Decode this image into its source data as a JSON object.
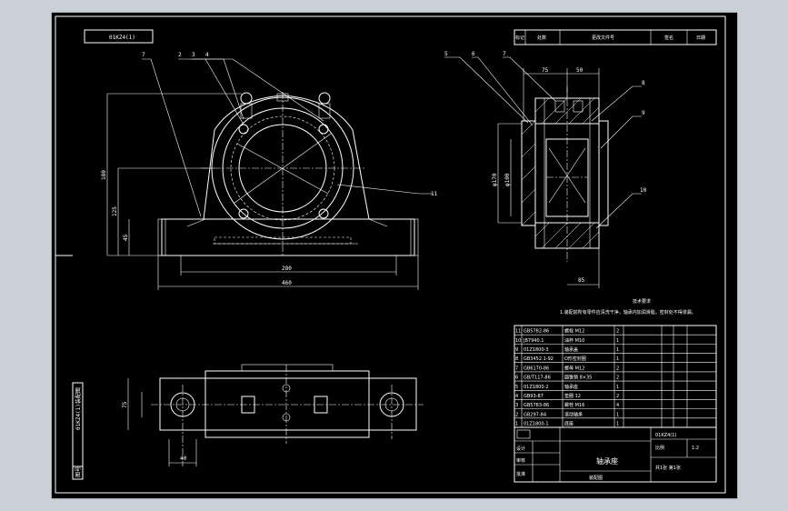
{
  "drawing": {
    "code_box": "01KZ4(1)",
    "part_code": "01KZ4(1)",
    "assembly_title": "轴承座",
    "side_label": "装配图",
    "balloons_front": [
      "7",
      "2",
      "3",
      "4",
      "11"
    ],
    "balloons_side": [
      "5",
      "6",
      "7",
      "8",
      "9",
      "10"
    ],
    "dims_front": {
      "height": "180",
      "center": "125",
      "base": "45",
      "pitch": "280",
      "length": "460"
    },
    "dims_side": {
      "top_left": "75",
      "top_right": "50",
      "bore": "φ170",
      "shaft": "φ100",
      "bottom": "85"
    },
    "dims_top": {
      "width": "75",
      "hole": "40"
    }
  },
  "revision_table": {
    "headers": [
      "标记",
      "处数",
      "更改文件号",
      "签名",
      "日期"
    ]
  },
  "notes": {
    "title": "技术要求",
    "line1": "1.装配前所有零件应清洗干净，轴承内加润滑脂，密封处不得渗漏。"
  },
  "bom": {
    "rows": [
      {
        "no": "11",
        "code": "GB5782-86",
        "name": "螺栓 M12",
        "qty": "2"
      },
      {
        "no": "10",
        "code": "JB7940.1",
        "name": "油杯 M10",
        "qty": "1"
      },
      {
        "no": "9",
        "code": "01Z1800-3",
        "name": "轴承盖",
        "qty": "1"
      },
      {
        "no": "8",
        "code": "GB3452.1-92",
        "name": "O形密封圈",
        "qty": "1"
      },
      {
        "no": "7",
        "code": "GB6170-86",
        "name": "螺母 M12",
        "qty": "2"
      },
      {
        "no": "6",
        "code": "GB/T117-86",
        "name": "圆锥销 8×35",
        "qty": "2"
      },
      {
        "no": "5",
        "code": "01Z1800-2",
        "name": "轴承座",
        "qty": "1"
      },
      {
        "no": "4",
        "code": "GB93-87",
        "name": "垫圈 12",
        "qty": "2"
      },
      {
        "no": "3",
        "code": "GB5783-86",
        "name": "螺栓 M16",
        "qty": "4"
      },
      {
        "no": "2",
        "code": "GB297-84",
        "name": "滚动轴承",
        "qty": "1"
      },
      {
        "no": "1",
        "code": "01Z1800-1",
        "name": "底座",
        "qty": "1"
      }
    ]
  },
  "title_block": {
    "drawing_title": "轴承座",
    "code": "01KZ4(1)",
    "scale_label": "比例",
    "scale": "1:2",
    "sheet": "共1张 第1张",
    "designer_label": "设计",
    "checker_label": "审核",
    "approver_label": "批准"
  },
  "side_strip": {
    "label1": "01KZ4(1)装配图",
    "label2": "图号"
  }
}
